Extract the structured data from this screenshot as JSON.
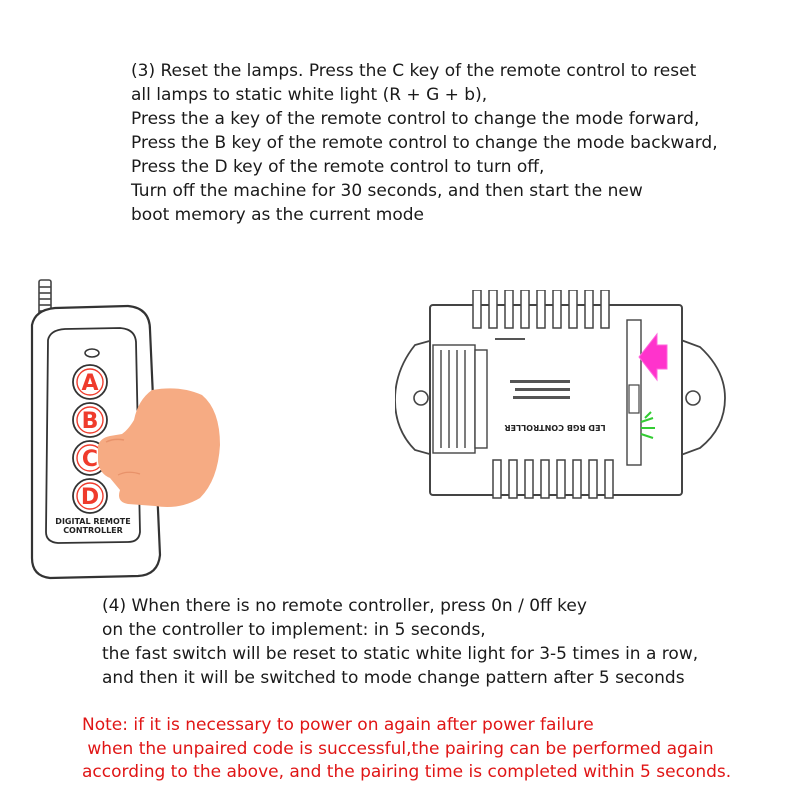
{
  "section3": {
    "lines": [
      "(3) Reset the lamps. Press the C key of the remote control to reset",
      "all lamps to static white light (R + G + b),",
      "Press the a key of the remote control to change the mode forward,",
      "Press the B key of the remote control to change the mode backward,",
      "Press the D key of the remote control to turn off,",
      "Turn off the machine for 30 seconds, and then start the new",
      "boot memory as the current mode"
    ]
  },
  "remote": {
    "buttons": [
      "A",
      "B",
      "C",
      "D"
    ],
    "label_line1": "DIGITAL REMOTE",
    "label_line2": "CONTROLLER",
    "finger_color": "#f6ab83",
    "button_color": "#ef3b2c"
  },
  "controller": {
    "title": "LED RGB CONTROLLER",
    "arrow_color": "#ff33cc",
    "led_color": "#33cc33"
  },
  "section4": {
    "lines": [
      "(4) When there is no remote controller, press 0n / 0ff key",
      "on the controller to implement: in 5 seconds,",
      "the fast switch will be reset to static white light for 3-5 times in a row,",
      "and then it will be switched to mode change pattern after 5 seconds"
    ]
  },
  "note": {
    "color": "#e01515",
    "lines": [
      "Note: if it is necessary to power on again after power failure",
      " when the unpaired code is successful,the pairing can be performed again",
      "according to the above, and the pairing time is completed within 5 seconds."
    ]
  }
}
